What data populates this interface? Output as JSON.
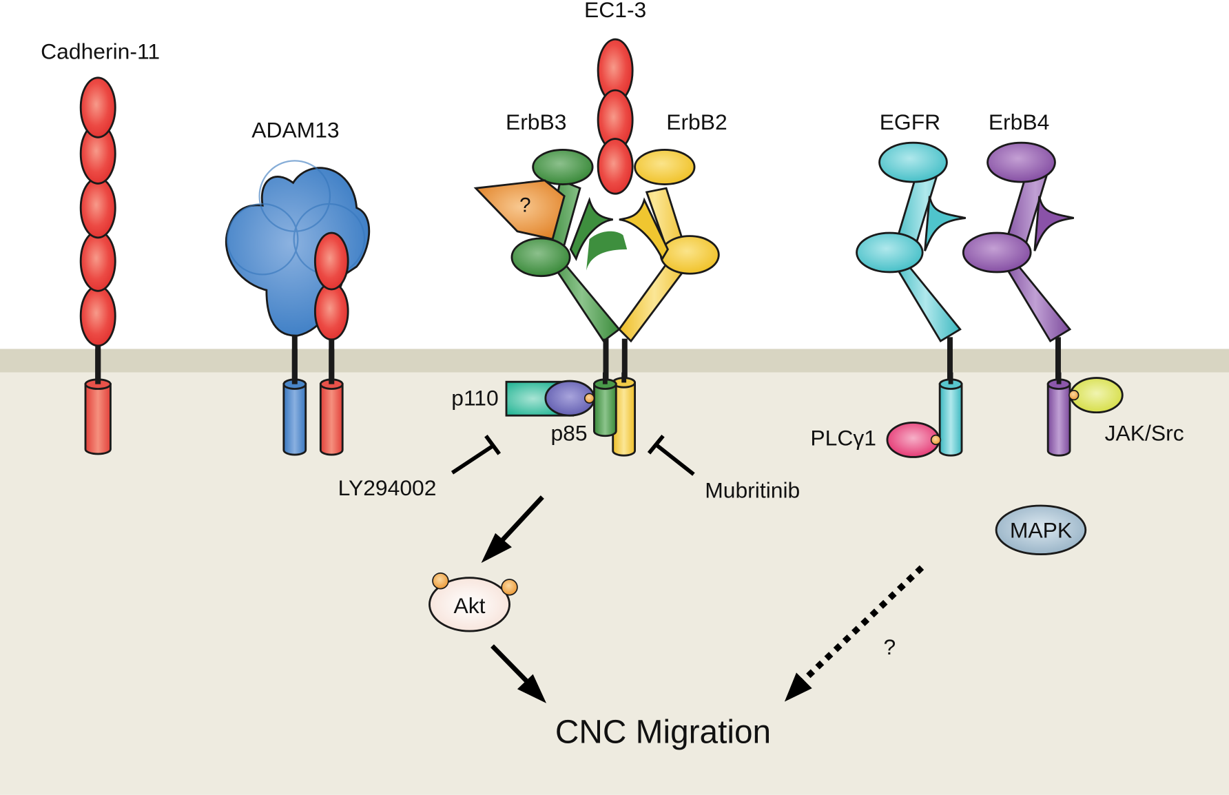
{
  "diagram": {
    "title": "CNC Migration signaling",
    "labels": {
      "cadherin11": "Cadherin-11",
      "adam13": "ADAM13",
      "ec13": "EC1-3",
      "erbb3": "ErbB3",
      "erbb2": "ErbB2",
      "egfr": "EGFR",
      "erbb4": "ErbB4",
      "unknown_ligand": "?",
      "p110": "p110",
      "p85": "p85",
      "ly294002": "LY294002",
      "mubritinib": "Mubritinib",
      "plcg1": "PLCγ1",
      "jak_src": "JAK/Src",
      "mapk": "MAPK",
      "akt": "Akt",
      "unknown_path": "?",
      "cnc_migration": "CNC Migration"
    },
    "colors": {
      "cadherin": "#e83a3a",
      "adam": "#3f82c8",
      "erbb3": "#3e8f3e",
      "erbb2": "#f0c630",
      "egfr": "#4fc4cc",
      "erbb4": "#8a52a8",
      "ligand": "#e58a2a",
      "p110": "#2fb89a",
      "p85_head": "#6a66b8",
      "plcg1": "#e8407c",
      "jak_src": "#d8e04a",
      "mapk": "#a9c0d0",
      "akt": "#fbece4",
      "phospho": "#f0a040",
      "membrane": "#d8d5c2",
      "cytoplasm": "#eeebe0"
    },
    "edges": [
      {
        "from": "ErbB3/ErbB2",
        "to": "Akt",
        "type": "activation"
      },
      {
        "from": "Akt",
        "to": "CNC Migration",
        "type": "activation"
      },
      {
        "from": "EGFR/ErbB4",
        "to": "CNC Migration",
        "type": "uncertain"
      },
      {
        "from": "LY294002",
        "to": "p110",
        "type": "inhibition"
      },
      {
        "from": "Mubritinib",
        "to": "ErbB2",
        "type": "inhibition"
      }
    ]
  }
}
